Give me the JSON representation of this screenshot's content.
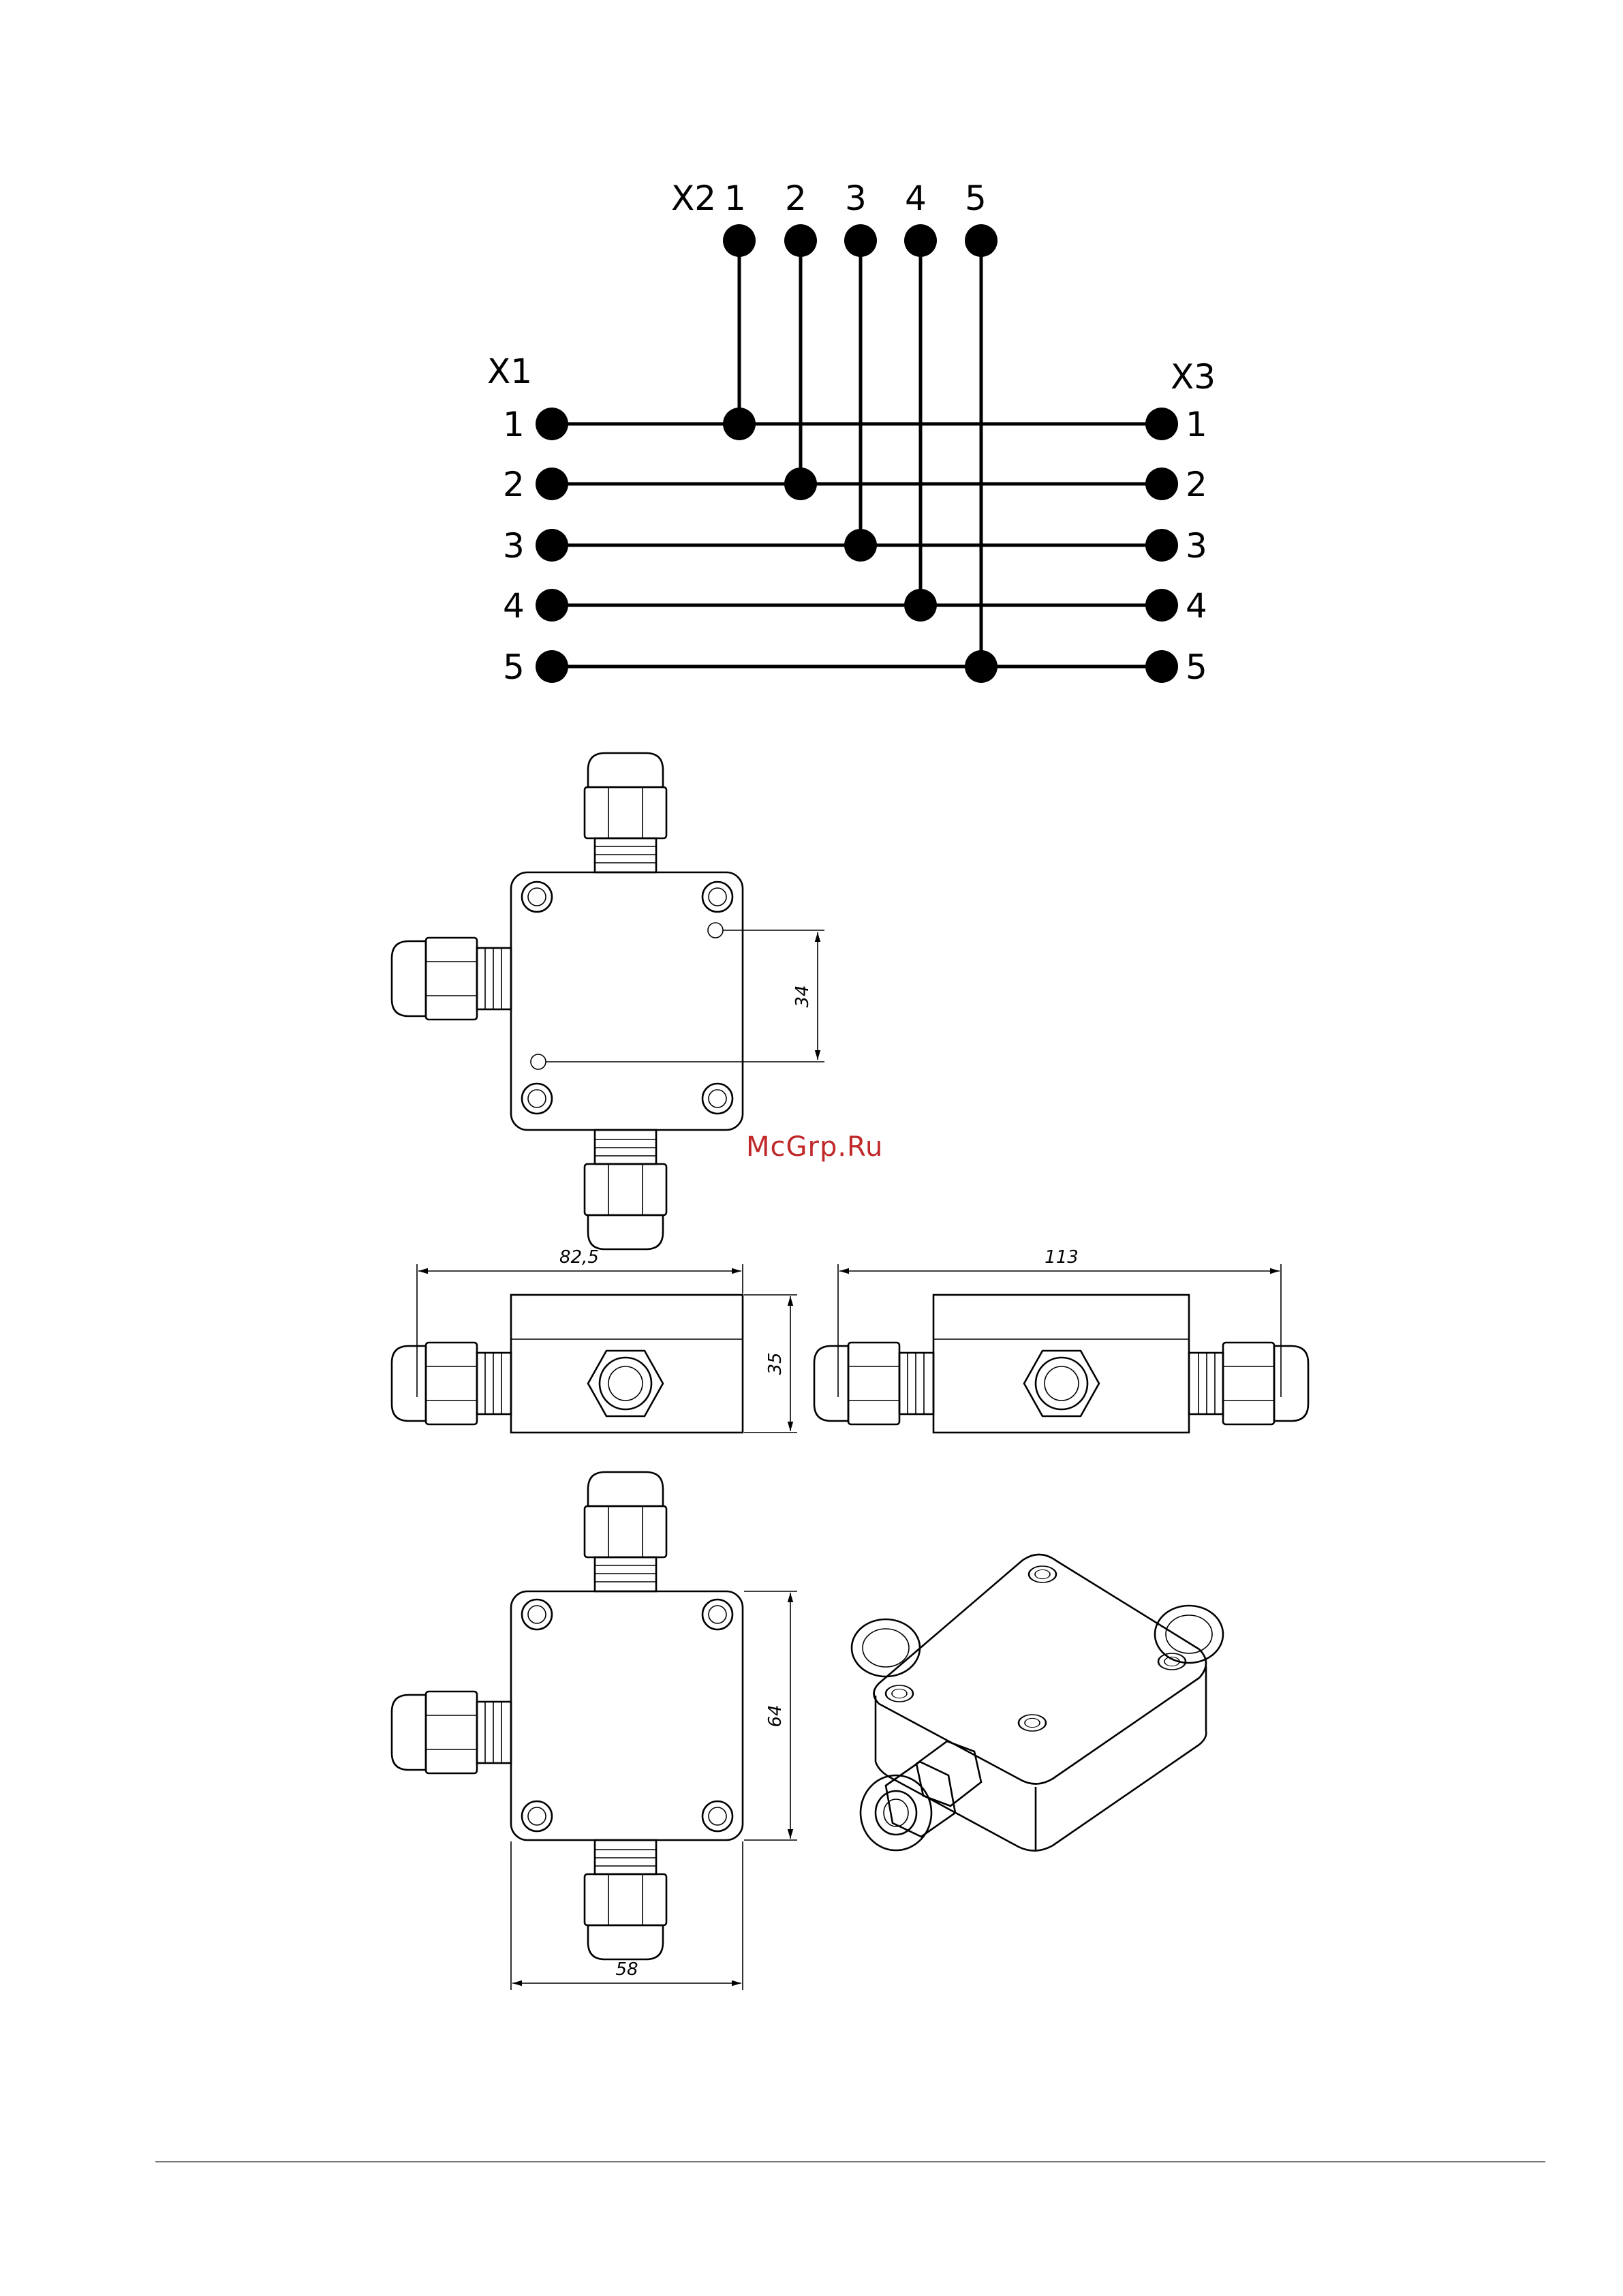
{
  "schematic": {
    "x1_label": "X1",
    "x2_label": "X2",
    "x3_label": "X3",
    "pins": [
      "1",
      "2",
      "3",
      "4",
      "5"
    ]
  },
  "dimensions": {
    "top_view_hole_spacing": "34",
    "side_length": "82,5",
    "height": "35",
    "front_length": "113",
    "box_height": "64",
    "box_width": "58"
  },
  "watermark": "McGrp.Ru"
}
